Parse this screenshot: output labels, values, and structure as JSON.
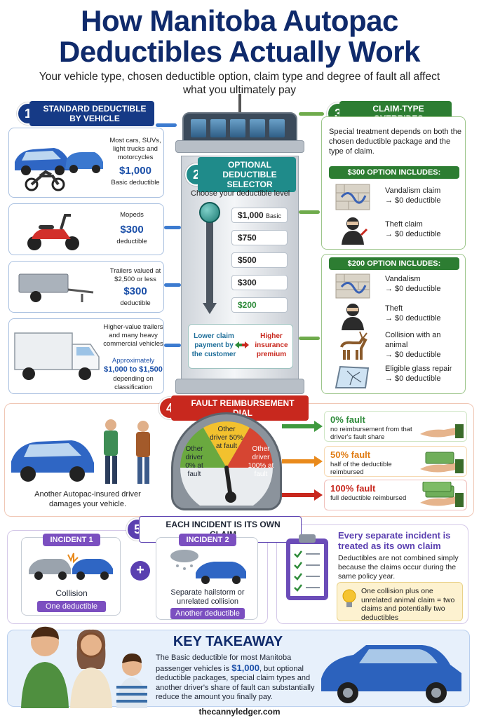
{
  "header": {
    "title_line1": "How Manitoba Autopac",
    "title_line2": "Deductibles Actually Work",
    "subtitle": "Your vehicle type, chosen deductible option, claim type and degree of fault all affect what you ultimately pay"
  },
  "section1": {
    "number": "1",
    "title": "STANDARD DEDUCTIBLE BY VEHICLE",
    "cards": [
      {
        "desc": "Most cars, SUVs, light trucks and motorcycles",
        "amount": "$1,000",
        "note": "Basic deductible"
      },
      {
        "desc": "Mopeds",
        "amount": "$300",
        "note": "deductible"
      },
      {
        "desc": "Trailers valued at $2,500 or less",
        "amount": "$300",
        "note": "deductible"
      },
      {
        "desc": "Higher-value trailers and many heavy commercial vehicles",
        "amount_prefix": "Approximately",
        "amount": "$1,000 to $1,500",
        "note": "depending on classification"
      }
    ]
  },
  "section2": {
    "number": "2",
    "title": "OPTIONAL DEDUCTIBLE SELECTOR",
    "prompt": "Choose your deductible level",
    "options": [
      "$1,000",
      "$750",
      "$500",
      "$300",
      "$200"
    ],
    "basic_suffix": "Basic",
    "left_note": "Lower claim payment by the customer",
    "right_note": "Higher insurance premium"
  },
  "section3": {
    "number": "3",
    "title": "CLAIM-TYPE OVERRIDES",
    "intro": "Special treatment depends on both the chosen deductible package and the type of claim.",
    "option300": {
      "title": "$300 OPTION INCLUDES:",
      "items": [
        {
          "label": "Vandalism claim",
          "result": "→ $0 deductible"
        },
        {
          "label": "Theft claim",
          "result": "→ $0 deductible"
        }
      ]
    },
    "option200": {
      "title": "$200 OPTION INCLUDES:",
      "items": [
        {
          "label": "Vandalism",
          "result": "→ $0 deductible"
        },
        {
          "label": "Theft",
          "result": "→ $0 deductible"
        },
        {
          "label": "Collision with an animal",
          "result": "→ $0 deductible"
        },
        {
          "label": "Eligible glass repair",
          "result": "→ $0 deductible"
        }
      ]
    }
  },
  "section4": {
    "number": "4",
    "title": "FAULT REIMBURSEMENT DIAL",
    "caption": "Another Autopac-insured driver damages your vehicle.",
    "dial": {
      "left": "Other driver 0% at fault",
      "middle": "Other driver 50% at fault",
      "right": "Other driver 100% at fault"
    },
    "outcomes": [
      {
        "head": "0% fault",
        "text": "no reimbursement from that driver's fault share",
        "color": "#2e8b3a"
      },
      {
        "head": "50% fault",
        "text": "half of the deductible reimbursed",
        "color": "#e07b12"
      },
      {
        "head": "100% fault",
        "text": "full deductible reimbursed",
        "color": "#c8281e"
      }
    ]
  },
  "section5": {
    "number": "5",
    "title": "EACH INCIDENT IS ITS OWN CLAIM",
    "incident1": {
      "tag": "INCIDENT 1",
      "label": "Collision",
      "result": "One deductible"
    },
    "incident2": {
      "tag": "INCIDENT 2",
      "label": "Separate hailstorm or unrelated collision",
      "result": "Another deductible"
    },
    "plus": "+",
    "headline": "Every separate incident is treated as its own claim",
    "body": "Deductibles are not combined simply because the claims occur during the same policy year.",
    "tip": "One collision plus one unrelated animal claim = two claims and potentially two deductibles"
  },
  "takeaway": {
    "title": "KEY TAKEAWAY",
    "text_a": "The Basic deductible for most Manitoba passenger vehicles is ",
    "text_amount": "$1,000",
    "text_b": ", but optional deductible packages, special claim types and another driver's share of fault can substantially reduce the amount you finally pay."
  },
  "footer": {
    "site": "thecannyledger.com"
  }
}
